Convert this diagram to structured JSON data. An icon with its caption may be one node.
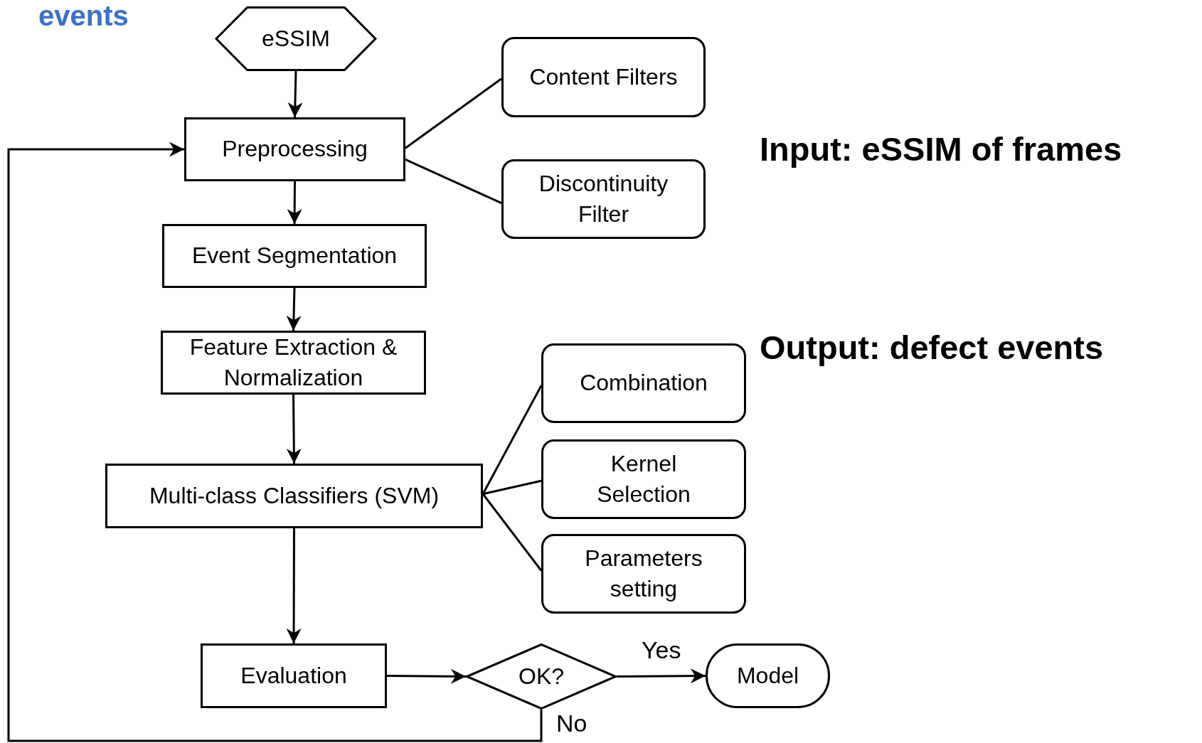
{
  "diagram": {
    "title": "events",
    "nodes": [
      {
        "text": [
          "eSSIM"
        ]
      },
      {
        "text": [
          "Preprocessing"
        ]
      },
      {
        "text": [
          "Content Filters"
        ]
      },
      {
        "text": [
          "Discontinuity Filter"
        ]
      },
      {
        "text": [
          "Event Segmentation"
        ]
      },
      {
        "text": [
          "Feature Extraction & Normalization"
        ]
      },
      {
        "text": [
          "Combination"
        ]
      },
      {
        "text": [
          "Multi-class Classifiers (SVM)"
        ]
      },
      {
        "text": [
          "Kernel Selection"
        ]
      },
      {
        "text": [
          "Parameters setting"
        ]
      },
      {
        "text": [
          "Evaluation"
        ]
      },
      {
        "text": [
          "OK?"
        ]
      },
      {
        "text": [
          "Model"
        ]
      }
    ],
    "edges": [
      {
        "from": 0,
        "to": 1,
        "arrow": "to"
      },
      {
        "from": 1,
        "to": 2,
        "arrow": "none"
      },
      {
        "from": 1,
        "to": 3,
        "arrow": "none"
      },
      {
        "from": 1,
        "to": 4,
        "arrow": "to"
      },
      {
        "from": 4,
        "to": 5,
        "arrow": "to"
      },
      {
        "from": 5,
        "to": 7,
        "arrow": "to"
      },
      {
        "from": 7,
        "to": 6,
        "arrow": "none"
      },
      {
        "from": 7,
        "to": 8,
        "arrow": "none"
      },
      {
        "from": 7,
        "to": 9,
        "arrow": "none"
      },
      {
        "from": 7,
        "to": 10,
        "arrow": "to"
      },
      {
        "from": 10,
        "to": 11,
        "arrow": "to"
      },
      {
        "from": 11,
        "to": 12,
        "arrow": "to",
        "label": "Yes"
      },
      {
        "from": 11,
        "to": 1,
        "arrow": "to",
        "label": "No"
      }
    ],
    "labels": [
      "Input: eSSIM of frames",
      "Output: defect events"
    ]
  }
}
